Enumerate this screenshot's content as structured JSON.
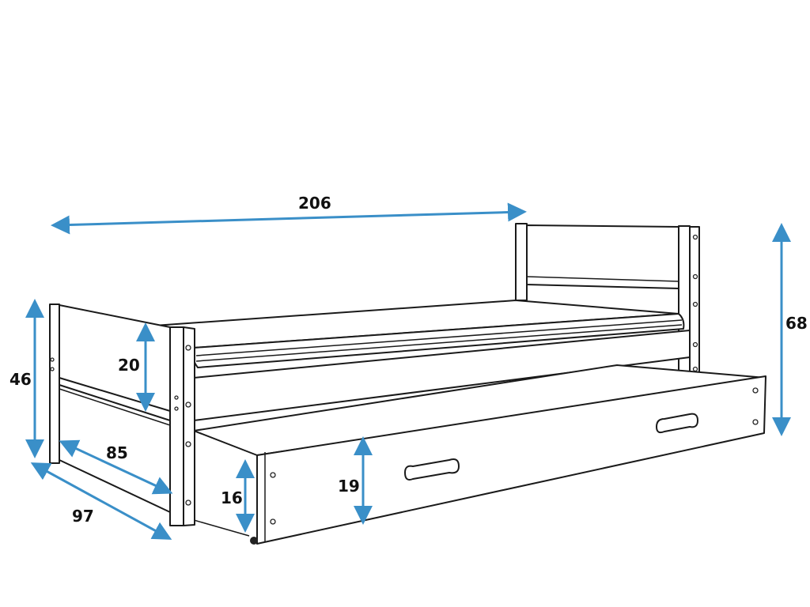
{
  "dimensions": {
    "length": "206",
    "total_height": "68",
    "footboard_height": "46",
    "footboard_panel_height": "20",
    "inner_width": "85",
    "outer_width": "97",
    "drawer_clearance": "16",
    "drawer_height": "19"
  },
  "colors": {
    "dimension_arrow": "#3a8fc8",
    "outline": "#1a1a1a"
  }
}
